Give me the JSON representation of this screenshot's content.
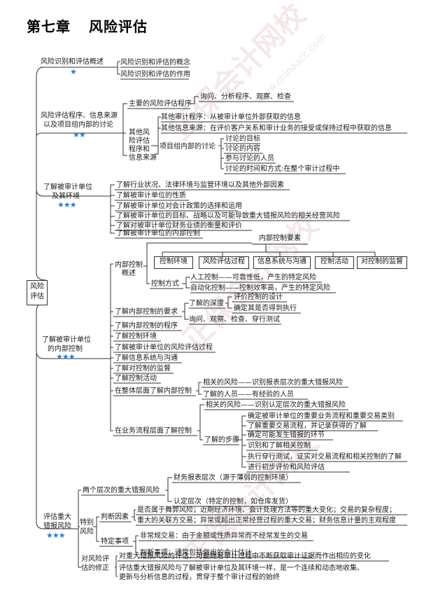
{
  "title": {
    "chapter": "第七章",
    "name": "风险评估"
  },
  "root": "风险评估",
  "watermark": {
    "cn": "正保会计网校",
    "en": "www.chinaacc.com"
  },
  "colors": {
    "line": "#333333",
    "stars": "#2a7fd4"
  },
  "stars": "★",
  "stars2": "★★",
  "stars3": "★★★",
  "sec1": {
    "label": "风险识别和评估概述",
    "items": [
      "风险识别和评估的概念",
      "风险识别和评估的作用"
    ]
  },
  "sec2": {
    "label1": "风险评估程序、信息来源",
    "label2": "以及项目组内部的讨论",
    "main_proc": "主要的风险评估程序",
    "main_proc_detail": "询问、分析程序、观察、检查",
    "other_src": [
      "其他风",
      "险评估",
      "程序和",
      "信息来源"
    ],
    "other_items": [
      "其他审计程序：从被审计单位外部获取的信息",
      "其他信息来源：在评价客户关系和审计业务的接受或保持过程中获取的信息"
    ],
    "discussion": "项目组内部的讨论",
    "discussion_items": [
      "讨论的目标",
      "讨论的内容",
      "参与讨论的人员",
      "讨论的时间和方式:在整个审计过程中"
    ]
  },
  "sec3": {
    "label1": "了解被审计单位",
    "label2": "及其环境",
    "items": [
      "了解行业状况、法律环境与监管环境以及其他外部因素",
      "了解被审计单位的性质",
      "了解被审计单位对会计政策的选择和运用",
      "了解被审计单位的目标、战略以及可能导致重大错报风险的相关经营风险",
      "了解对被审计单位财务业绩的衡量和评价",
      "了解被审计单位的内部控制"
    ]
  },
  "sec4": {
    "label1": "了解被审计单位",
    "label2": "的内部控制",
    "overview1": "内部控制",
    "overview2": "概述",
    "elements_title": "内部控制要素",
    "elements": [
      "控制环境",
      "风险评估过程",
      "信息系统与沟通",
      "控制活动",
      "对控制的监督"
    ],
    "methods": "控制方式",
    "manual": "人工控制——可靠性低，产生的特定风险",
    "auto": "自动化控制——控制效率高，产生的特定风险",
    "req": "了解内部控制的要求",
    "depth": "了解的深度",
    "depth_items": [
      "评价控制的设计",
      "确定其是否得到执行"
    ],
    "depth_proc": "询问、观察、检查、穿行测试",
    "items": [
      "了解内部控制的程序",
      "了解控制环境",
      "了解被审计单位的风险评估过程",
      "了解信息系统与沟通",
      "了解对控制的监督",
      "了解控制活动"
    ],
    "entity": "在整体层面了解内部控制",
    "entity_items": [
      "相关的风险——识别报表层次的重大错报风险",
      "了解的人员——有经验的人员"
    ],
    "process": "在业务流程层面了解控制",
    "process_risk": "相关的风险——识别认定层次的重大错报风险",
    "steps": "了解的步骤",
    "step_items": [
      "确定被审计单位的重要业务流程和重要交易类别",
      "了解重要交易流程，并记录获得的了解",
      "确定可能发生错报的环节",
      "识别和了解相关控制",
      "执行穿行测试，证实对交易流程和相关控制的了解",
      "进行初步评价和风险评估"
    ]
  },
  "sec5": {
    "label1": "评估重大",
    "label2": "错报风险",
    "two_levels": "两个层次的重大错报风险",
    "fs_level": "财务报表层次（源于薄弱的控制环境）",
    "assert_level": "认定层次（特定的控制，如仓库发货）",
    "special1": "特别",
    "special2": "风险",
    "judge": "判断因素",
    "judge_items": [
      "是否属于舞弊风险；近期经济环境、会计处理方法等的重大变化；交易的复杂程度；",
      "重大的关联方交易；异常或超出正常经营过程的重大交易；财务信息计量的主观程度"
    ],
    "specific": "特定事项",
    "specific_items": [
      "非常规交易：由于金额或性质异常而不经常发生的交易",
      "判断事项：通常包括做出的会计估计"
    ],
    "revise1": "对风险评",
    "revise2": "估的修正",
    "revise_items": [
      "对重大错报风险的评估，可能随着审计过程中不断获取审计证据而作出相应的变化",
      "评估重大错报风险与了解被审计单位及其环境一样，是一个连续和动态地收集、",
      "更新与分析信息的过程，贯穿于整个审计过程的始终"
    ]
  }
}
